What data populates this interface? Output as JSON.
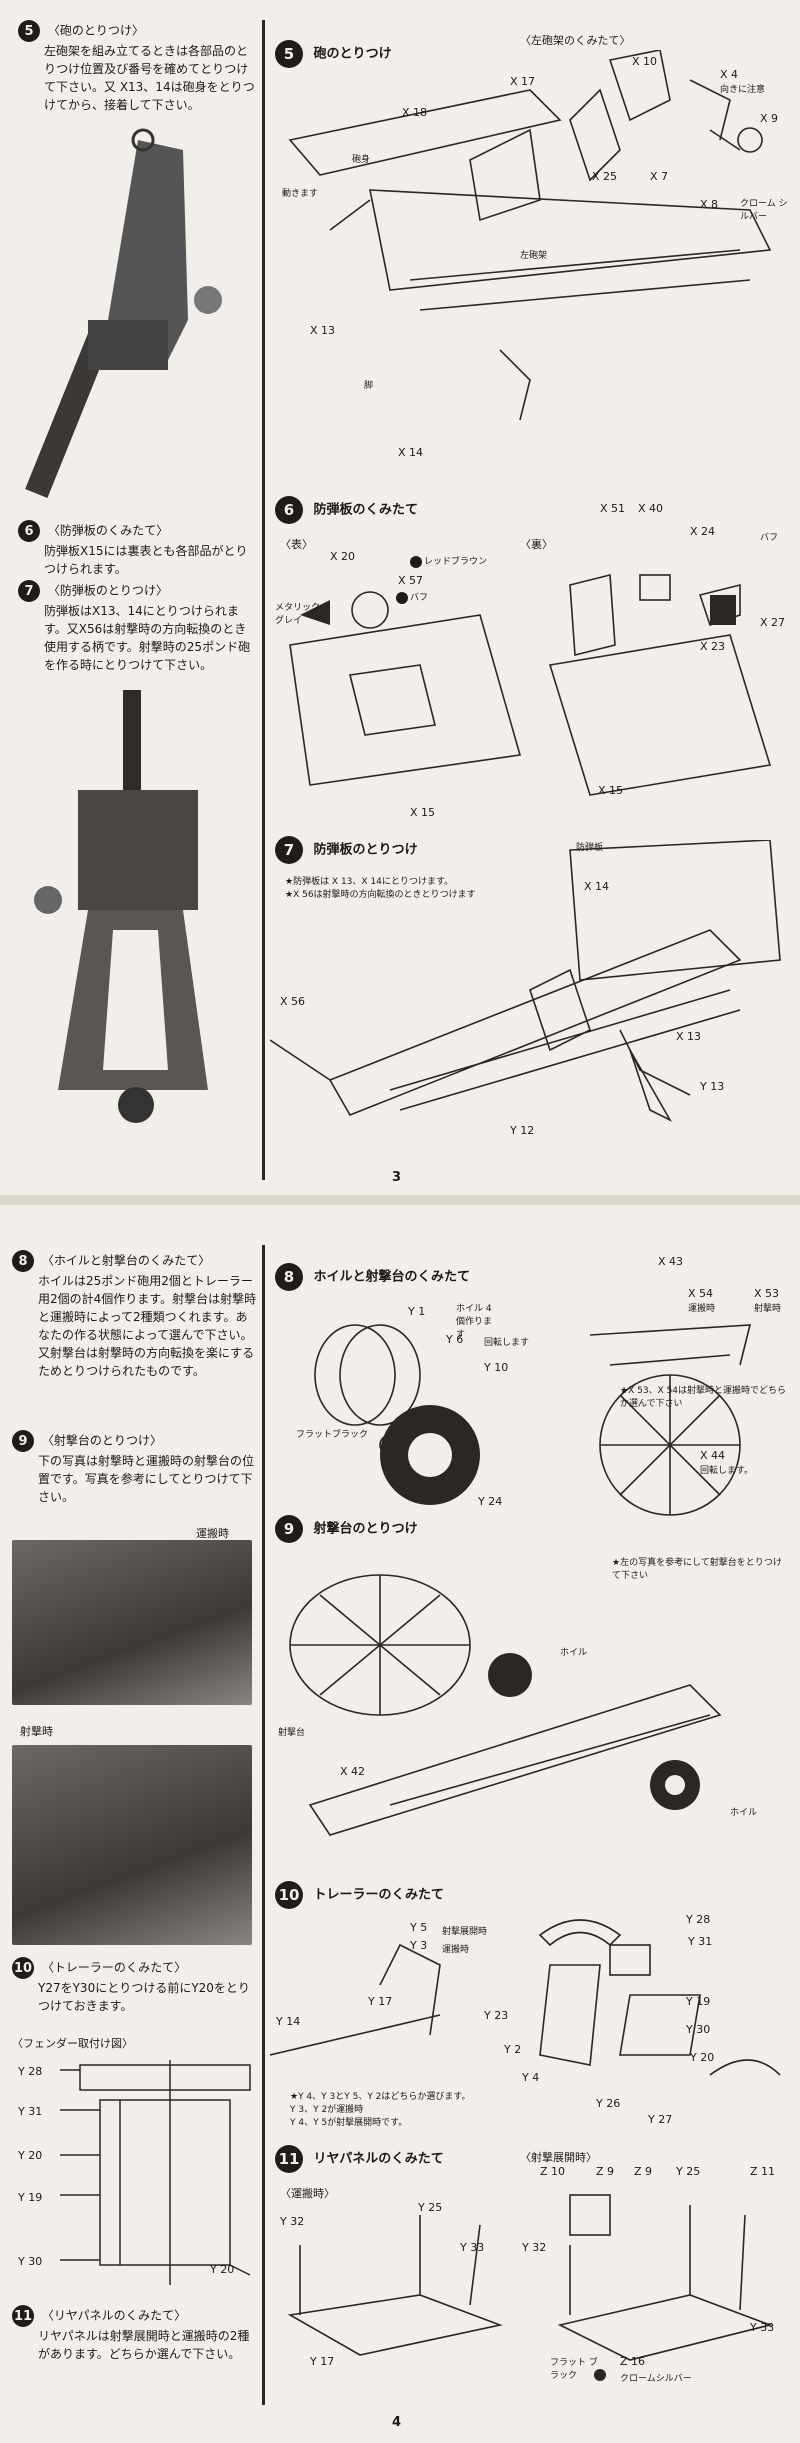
{
  "page3": {
    "page_number": "3",
    "left": {
      "step5": {
        "num": "5",
        "title": "〈砲のとりつけ〉",
        "text": "左砲架を組み立てるときは各部品のとりつけ位置及び番号を確めてとりつけて下さい。又 X13、14は砲身をとりつけてから、接着して下さい。"
      },
      "step6": {
        "num": "6",
        "title": "〈防弾板のくみたて〉",
        "text": "防弾板X15には裏表とも各部品がとりつけられます。"
      },
      "step7": {
        "num": "7",
        "title": "〈防弾板のとりつけ〉",
        "text": "防弾板はX13、14にとりつけられます。又X56は射撃時の方向転換のとき使用する柄です。射撃時の25ポンド砲を作る時にとりつけて下さい。"
      }
    },
    "right": {
      "step5": {
        "num": "5",
        "title": "砲のとりつけ",
        "sub": "〈左砲架のくみたて〉",
        "labels": {
          "x17": "X 17",
          "x10": "X 10",
          "x4": "X 4",
          "x4note": "向きに注意",
          "x9": "X 9",
          "x25": "X 25",
          "x7": "X 7",
          "x8": "X 8",
          "chrome": "クローム シルバー",
          "x18": "X 18",
          "barrel": "砲身",
          "move": "動きます",
          "leftcarriage": "左砲架",
          "x13": "X 13",
          "leg": "脚",
          "x14": "X 14"
        }
      },
      "step6": {
        "num": "6",
        "title": "防弾板のくみたて",
        "labels": {
          "front": "〈表〉",
          "back": "〈裏〉",
          "x20": "X 20",
          "redbrown": "レッドブラウン",
          "x57": "X 57",
          "buff1": "バフ",
          "metalgray": "メタリック グレイ",
          "x51": "X 51",
          "x40": "X 40",
          "x24": "X 24",
          "buff2": "バフ",
          "x27": "X 27",
          "x23": "X 23",
          "x15a": "X 15",
          "x15b": "X 15"
        }
      },
      "step7": {
        "num": "7",
        "title": "防弾板のとりつけ",
        "notes": [
          "★防弾板は X 13、X 14にとりつけます。",
          "★X 56は射撃時の方向転換のときとりつけます"
        ],
        "labels": {
          "shield": "防弾板",
          "x14": "X 14",
          "x56": "X 56",
          "x13": "X 13",
          "y13": "Y 13",
          "y12": "Y 12"
        }
      }
    }
  },
  "page4": {
    "page_number": "4",
    "left": {
      "step8": {
        "num": "8",
        "title": "〈ホイルと射撃台のくみたて〉",
        "text": "ホイルは25ポンド砲用2個とトレーラー用2個の計4個作ります。射撃台は射撃時と運搬時によって2種類つくれます。あなたの作る状態によって選んで下さい。又射撃台は射撃時の方向転換を楽にするためとりつけられたものです。"
      },
      "step9": {
        "num": "9",
        "title": "〈射撃台のとりつけ〉",
        "text": "下の写真は射撃時と運搬時の射撃台の位置です。写真を参考にしてとりつけて下さい。"
      },
      "photo_transport": "運搬時",
      "photo_firing": "射撃時",
      "step10": {
        "num": "10",
        "title": "〈トレーラーのくみたて〉",
        "text": "Y27をY30にとりつける前にY20をとりつけておきます。"
      },
      "fender": {
        "title": "〈フェンダー取付け図〉",
        "labels": [
          "Y 28",
          "Y 31",
          "Y 20",
          "Y 19",
          "Y 30",
          "Y 20"
        ]
      },
      "step11": {
        "num": "11",
        "title": "〈リヤパネルのくみたて〉",
        "text": "リヤパネルは射撃展開時と運搬時の2種があります。どちらか選んで下さい。"
      }
    },
    "right": {
      "step8": {
        "num": "8",
        "title": "ホイルと射撃台のくみたて",
        "labels": {
          "y1": "Y 1",
          "wheel4": "ホイル 4個作ります",
          "y6": "Y 6",
          "rotate": "回転します",
          "y10": "Y 10",
          "flatblack": "フラットブラック",
          "y24": "Y 24",
          "x43": "X 43",
          "x54": "X 54",
          "transport": "運搬時",
          "x53": "X 53",
          "firing": "射撃時",
          "x44": "X 44",
          "rotate2": "回転します。"
        },
        "note": "★X 53、X 54は射撃時と運搬時でどちらか選んで下さい"
      },
      "step9": {
        "num": "9",
        "title": "射撃台のとりつけ",
        "note": "★左の写真を参考にして射撃台をとりつけて下さい",
        "labels": {
          "wheel": "ホイル",
          "platform": "射撃台",
          "x42": "X 42",
          "wheel2": "ホイル"
        }
      },
      "step10": {
        "num": "10",
        "title": "トレーラーのくみたて",
        "labels": {
          "y28": "Y 28",
          "y5": "Y 5",
          "firingdeploy": "射撃展開時",
          "y3": "Y 3",
          "transport": "運搬時",
          "y31": "Y 31",
          "y17": "Y 17",
          "y23": "Y 23",
          "y19": "Y 19",
          "y14": "Y 14",
          "y2": "Y 2",
          "y30": "Y 30",
          "y4": "Y 4",
          "y20": "Y 20",
          "y26": "Y 26",
          "y27": "Y 27"
        },
        "notes": [
          "★Y 4、Y 3とY 5、Y 2はどちらか選びます。",
          "Y 3、Y 2が運搬時",
          "Y 4、Y 5が射撃展開時です。"
        ]
      },
      "step11": {
        "num": "11",
        "title": "リヤパネルのくみたて",
        "labels": {
          "transport": "〈運搬時〉",
          "firing": "〈射撃展開時〉",
          "y32a": "Y 32",
          "y25a": "Y 25",
          "y33a": "Y 33",
          "y17": "Y 17",
          "z10": "Z 10",
          "z9a": "Z 9",
          "z9b": "Z 9",
          "y25b": "Y 25",
          "z11": "Z 11",
          "y32b": "Y 32",
          "y33b": "Y 33",
          "flatblack": "フラット ブラック",
          "z16": "Z 16",
          "chrome": "クロームシルバー"
        }
      }
    }
  }
}
